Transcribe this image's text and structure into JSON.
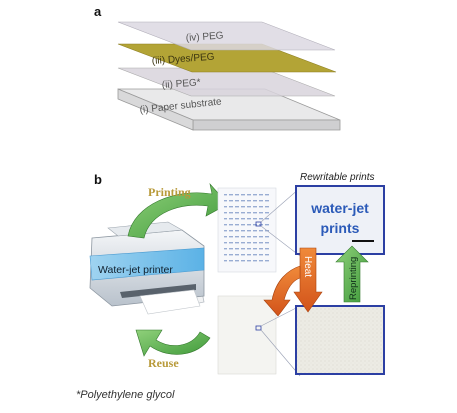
{
  "panel_a": {
    "label": "a",
    "layers": [
      {
        "id": "iv",
        "text": "(iv) PEG"
      },
      {
        "id": "iii",
        "text": "(iii) Dyes/PEG"
      },
      {
        "id": "ii",
        "text": "(ii) PEG*"
      },
      {
        "id": "i",
        "text": "(i) Paper substrate"
      }
    ]
  },
  "panel_b": {
    "label": "b",
    "rewritable_title": "Rewritable prints",
    "printer_label": "Water-jet printer",
    "printing_label": "Printing",
    "reuse_label": "Reuse",
    "heat_label": "Heat",
    "reprinting_label": "Reprinting",
    "print_text_line1": "water-jet",
    "print_text_line2": "prints"
  },
  "footnote": "*Polyethylene glycol",
  "colors": {
    "dye_layer": "#b5a538",
    "peg_layer": "#dcd8e2",
    "green_arrow": "#5aa84a",
    "orange_arrow": "#e06a1f",
    "print_blue": "#2b5ab8",
    "frame_blue": "#2c3fa3",
    "word_gold": "#b89a3a"
  }
}
